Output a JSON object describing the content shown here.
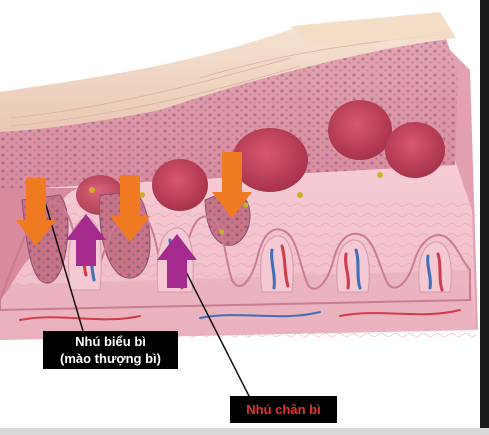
{
  "labels": {
    "epidermal_ridge_line1": "Nhú biểu bì",
    "epidermal_ridge_line2": "(mào thượng bì)",
    "dermal_papilla": "Nhú chân bì"
  },
  "colors": {
    "down_arrow": "#ef7a22",
    "up_arrow": "#a52a8e",
    "label_background": "#000000",
    "label_text_white": "#ffffff",
    "label_text_red": "#e3342f",
    "epidermis_pink": "#e9a5b4",
    "dermis_pink": "#f2c1cc",
    "stratum_corneum": "#f3dcc9"
  },
  "arrows": {
    "down_count": 3,
    "up_count": 2
  }
}
